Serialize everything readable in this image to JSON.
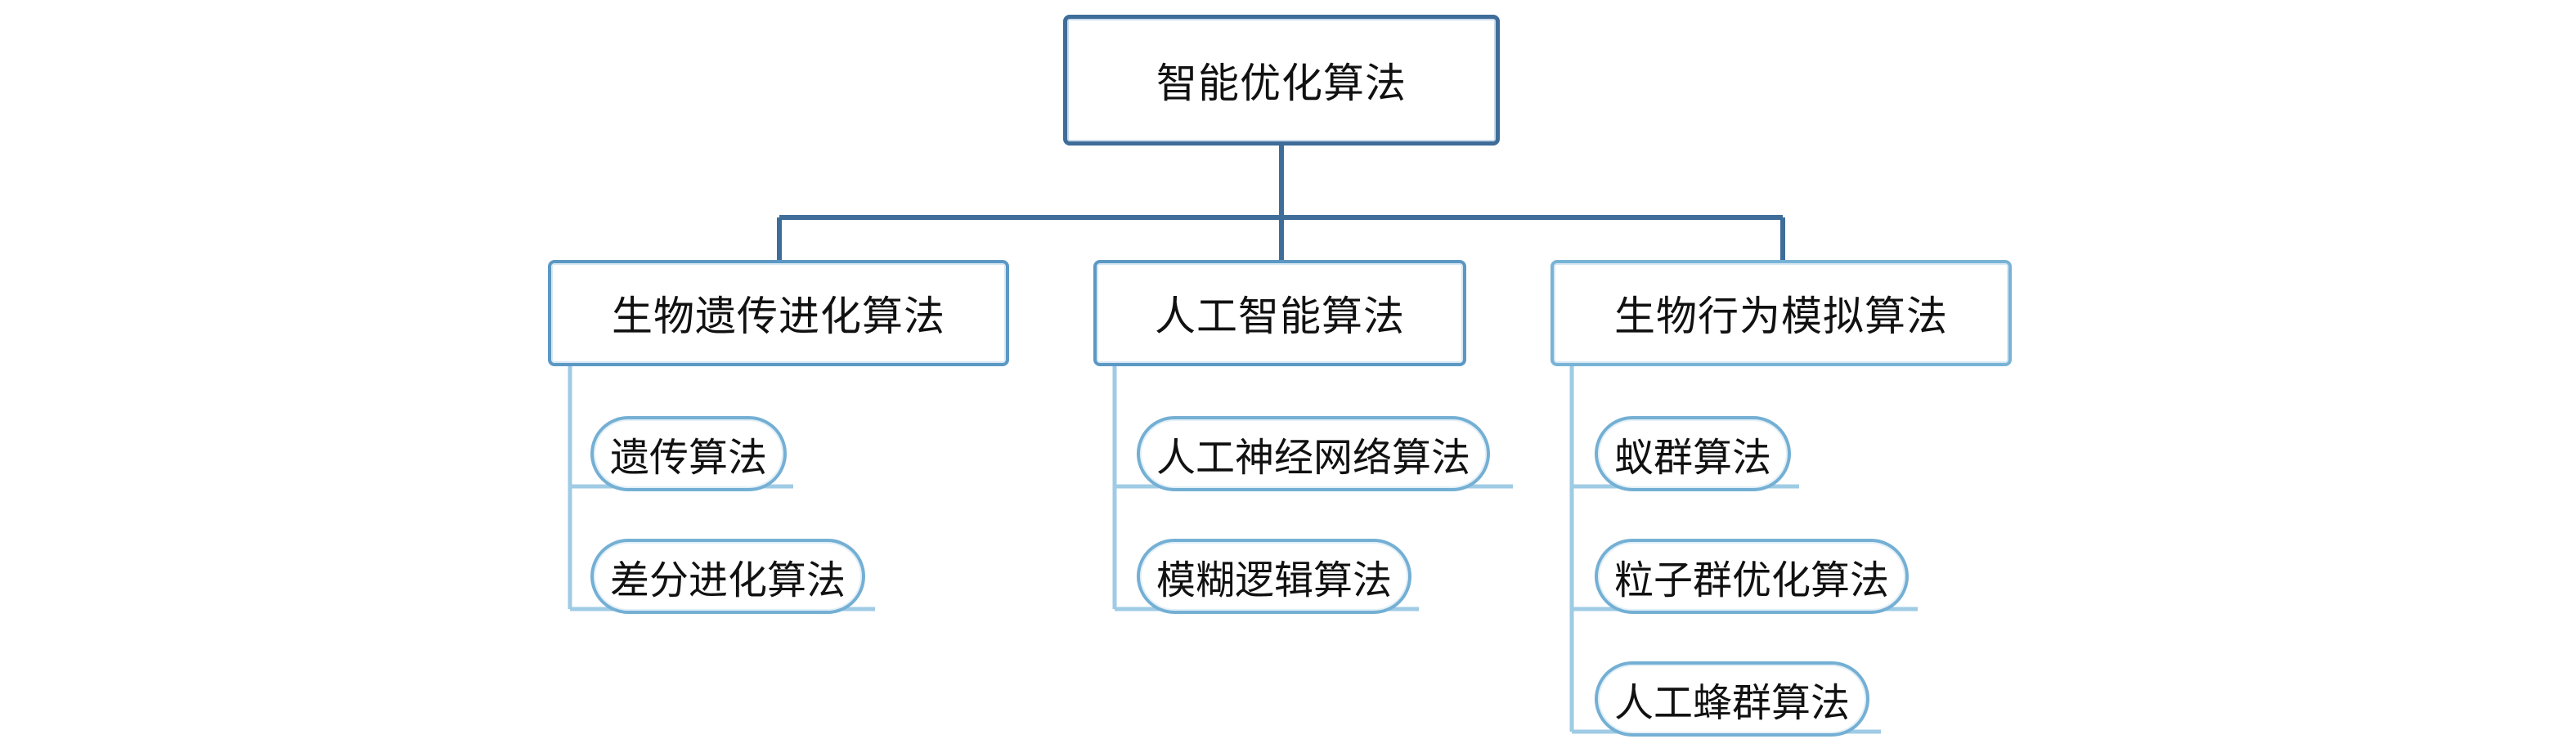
{
  "root": {
    "label": "智能优化算法"
  },
  "categories": [
    {
      "label": "生物遗传进化算法",
      "children": [
        "遗传算法",
        "差分进化算法"
      ]
    },
    {
      "label": "人工智能算法",
      "children": [
        "人工神经网络算法",
        "模糊逻辑算法"
      ]
    },
    {
      "label": "生物行为模拟算法",
      "children": [
        "蚁群算法",
        "粒子群优化算法",
        "人工蜂群算法"
      ]
    }
  ],
  "colors": {
    "root_border": "#3f6d99",
    "category_border": "#5b98c3",
    "leaf_border": "#74afd4",
    "connector_dark": "#3f6d99",
    "connector_light": "#9fcbe4"
  }
}
